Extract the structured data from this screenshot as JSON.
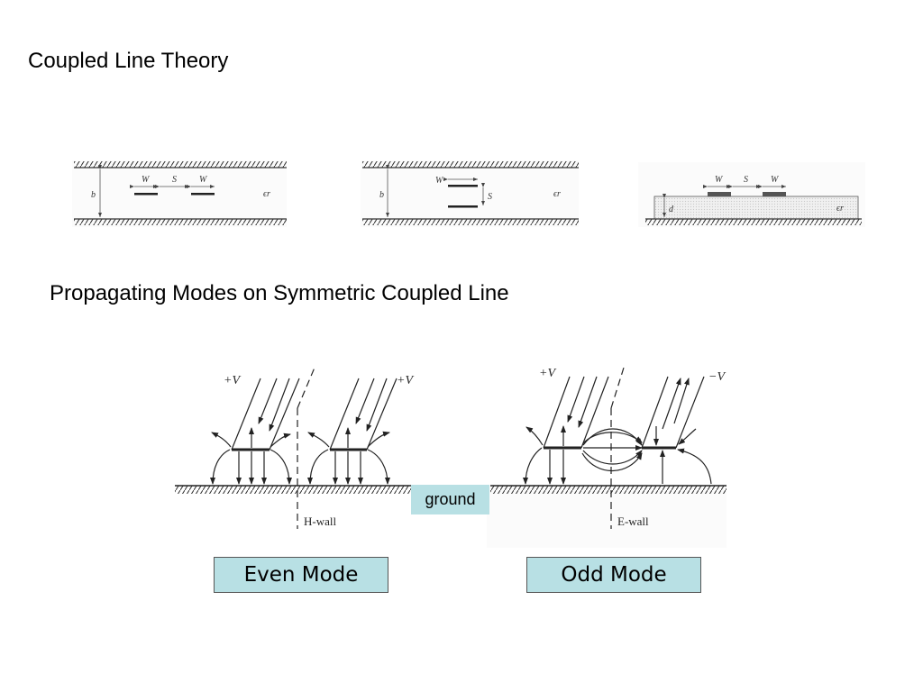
{
  "slide": {
    "title": "Coupled Line Theory",
    "subtitle": "Propagating Modes on Symmetric Coupled Line"
  },
  "geometry_figures": {
    "label_w": "W",
    "label_s": "S",
    "label_b": "b",
    "label_d": "d",
    "label_er": "ϵr"
  },
  "mode_figures": {
    "even_left_voltage": "+V",
    "even_right_voltage": "+V",
    "odd_left_voltage": "+V",
    "odd_right_voltage": "−V",
    "h_wall_label": "H-wall",
    "e_wall_label": "E-wall",
    "ground_label": "ground",
    "even_mode_label": "Even Mode",
    "odd_mode_label": "Odd Mode"
  }
}
